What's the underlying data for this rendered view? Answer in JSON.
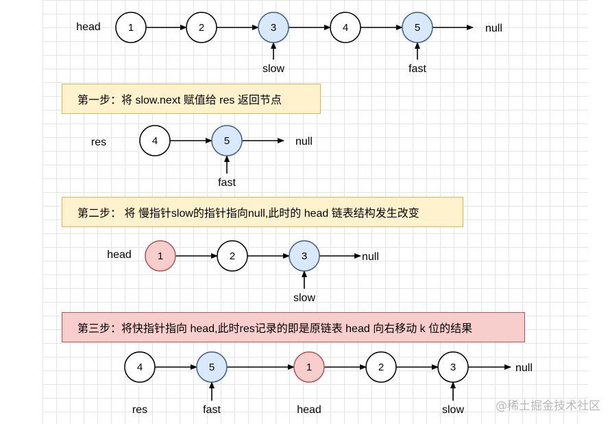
{
  "colors": {
    "node_plain_fill": "#ffffff",
    "node_blue_fill": "#dae8fc",
    "node_red_fill": "#f8cecc",
    "step_yellow_fill": "#fff2cc",
    "step_red_fill": "#f8cecc"
  },
  "steps": {
    "step1": "第一步：将 slow.next 赋值给 res 返回节点",
    "step2": "第二步： 将 慢指针slow的指针指向null,此时的 head 链表结构发生改变",
    "step3": "第三步：将快指针指向 head,此时res记录的即是原链表 head 向右移动 k 位的结果"
  },
  "watermark": "@稀土掘金技术社区",
  "nodes": [
    {
      "id": "r1n1",
      "text": "1",
      "style": "plain"
    },
    {
      "id": "r1n2",
      "text": "2",
      "style": "plain"
    },
    {
      "id": "r1n3",
      "text": "3",
      "style": "blue"
    },
    {
      "id": "r1n4",
      "text": "4",
      "style": "plain"
    },
    {
      "id": "r1n5",
      "text": "5",
      "style": "blue"
    },
    {
      "id": "r2n4",
      "text": "4",
      "style": "plain"
    },
    {
      "id": "r2n5",
      "text": "5",
      "style": "blue"
    },
    {
      "id": "r3n1",
      "text": "1",
      "style": "red"
    },
    {
      "id": "r3n2",
      "text": "2",
      "style": "plain"
    },
    {
      "id": "r3n3",
      "text": "3",
      "style": "blue"
    },
    {
      "id": "r4n4",
      "text": "4",
      "style": "plain"
    },
    {
      "id": "r4n5",
      "text": "5",
      "style": "blue"
    },
    {
      "id": "r4n1",
      "text": "1",
      "style": "red"
    },
    {
      "id": "r4n2",
      "text": "2",
      "style": "plain"
    },
    {
      "id": "r4n3",
      "text": "3",
      "style": "plain"
    }
  ],
  "labels": [
    {
      "id": "r1-head",
      "text": "head"
    },
    {
      "id": "r1-null",
      "text": "null"
    },
    {
      "id": "r1-slow",
      "text": "slow"
    },
    {
      "id": "r1-fast",
      "text": "fast"
    },
    {
      "id": "r2-res",
      "text": "res"
    },
    {
      "id": "r2-null",
      "text": "null"
    },
    {
      "id": "r2-fast",
      "text": "fast"
    },
    {
      "id": "r3-head",
      "text": "head"
    },
    {
      "id": "r3-null",
      "text": "null"
    },
    {
      "id": "r3-slow",
      "text": "slow"
    },
    {
      "id": "r4-null",
      "text": "null"
    },
    {
      "id": "r4-res",
      "text": "res"
    },
    {
      "id": "r4-fast",
      "text": "fast"
    },
    {
      "id": "r4-head",
      "text": "head"
    },
    {
      "id": "r4-slow",
      "text": "slow"
    }
  ],
  "edges": [
    {
      "from": "r1n1",
      "to": "r1n2"
    },
    {
      "from": "r1n2",
      "to": "r1n3"
    },
    {
      "from": "r1n3",
      "to": "r1n4"
    },
    {
      "from": "r1n4",
      "to": "r1n5"
    },
    {
      "from": "r1n5",
      "to": "r1-null"
    },
    {
      "from": "r1-slow",
      "to": "r1n3"
    },
    {
      "from": "r1-fast",
      "to": "r1n5"
    },
    {
      "from": "r2n4",
      "to": "r2n5"
    },
    {
      "from": "r2n5",
      "to": "r2-null"
    },
    {
      "from": "r2-fast",
      "to": "r2n5"
    },
    {
      "from": "r3n1",
      "to": "r3n2"
    },
    {
      "from": "r3n2",
      "to": "r3n3"
    },
    {
      "from": "r3n3",
      "to": "r3-null"
    },
    {
      "from": "r3-slow",
      "to": "r3n3"
    },
    {
      "from": "r4n4",
      "to": "r4n5"
    },
    {
      "from": "r4n5",
      "to": "r4n1"
    },
    {
      "from": "r4n1",
      "to": "r4n2"
    },
    {
      "from": "r4n2",
      "to": "r4n3"
    },
    {
      "from": "r4n3",
      "to": "r4-null"
    },
    {
      "from": "r4-fast",
      "to": "r4n5"
    },
    {
      "from": "r4-slow",
      "to": "r4n3"
    }
  ]
}
